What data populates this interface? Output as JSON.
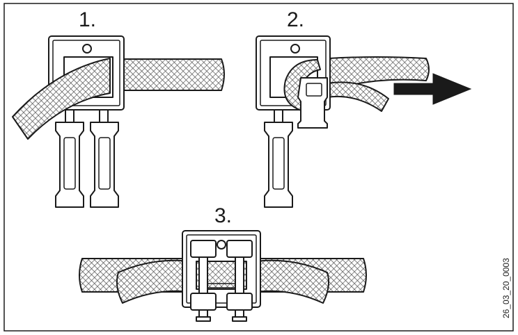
{
  "steps": [
    {
      "label": "1."
    },
    {
      "label": "2."
    },
    {
      "label": "3."
    }
  ],
  "reference_code": "26_03_20_0003",
  "colors": {
    "line": "#1a1a1a",
    "mesh": "#555555",
    "arrow": "#1a1a1a",
    "background": "#ffffff"
  }
}
